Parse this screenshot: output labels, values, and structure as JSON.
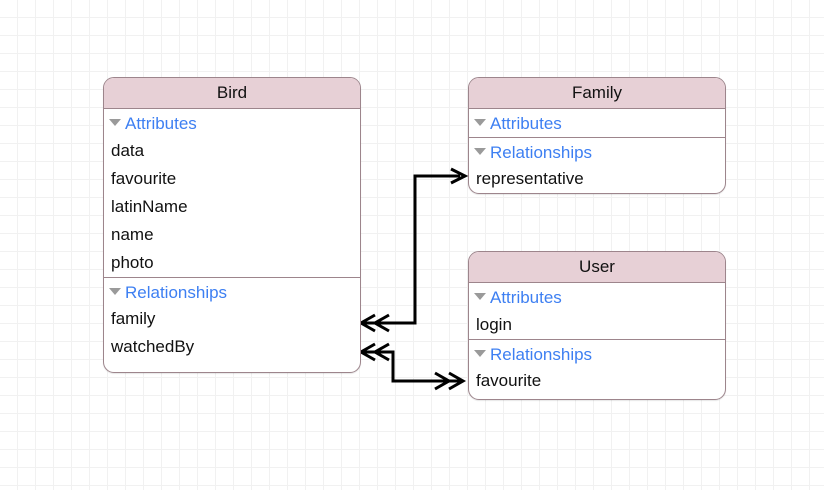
{
  "canvas": {
    "grid": "on",
    "background_color": "#ffffff",
    "grid_minor_color": "#f1f1f1",
    "grid_major_color": "#e6e6e6"
  },
  "colors": {
    "header_fill": "#e7d0d6",
    "entity_border": "#9d858c",
    "group_text": "#3d7ff2",
    "body_text": "#111111",
    "connector": "#000000",
    "triangle": "#9a9a9a"
  },
  "entities": [
    {
      "name": "Bird",
      "sections": [
        {
          "label": "Attributes",
          "disclosure": "triangle-down-icon",
          "items": [
            "data",
            "favourite",
            "latinName",
            "name",
            "photo"
          ]
        },
        {
          "label": "Relationships",
          "disclosure": "triangle-down-icon",
          "items": [
            "family",
            "watchedBy"
          ]
        }
      ]
    },
    {
      "name": "Family",
      "sections": [
        {
          "label": "Attributes",
          "disclosure": "triangle-down-icon",
          "items": []
        },
        {
          "label": "Relationships",
          "disclosure": "triangle-down-icon",
          "items": [
            "representative"
          ]
        }
      ]
    },
    {
      "name": "User",
      "sections": [
        {
          "label": "Attributes",
          "disclosure": "triangle-down-icon",
          "items": [
            "login"
          ]
        },
        {
          "label": "Relationships",
          "disclosure": "triangle-down-icon",
          "items": [
            "favourite"
          ]
        }
      ]
    }
  ],
  "connectors": [
    {
      "name": "family-to-representative",
      "from": "Bird.family",
      "to": "Family.representative",
      "from_cardinality": "to-many",
      "to_cardinality": "to-one"
    },
    {
      "name": "watchedBy-to-favourite",
      "from": "Bird.watchedBy",
      "to": "User.favourite",
      "from_cardinality": "to-many",
      "to_cardinality": "to-many"
    }
  ]
}
